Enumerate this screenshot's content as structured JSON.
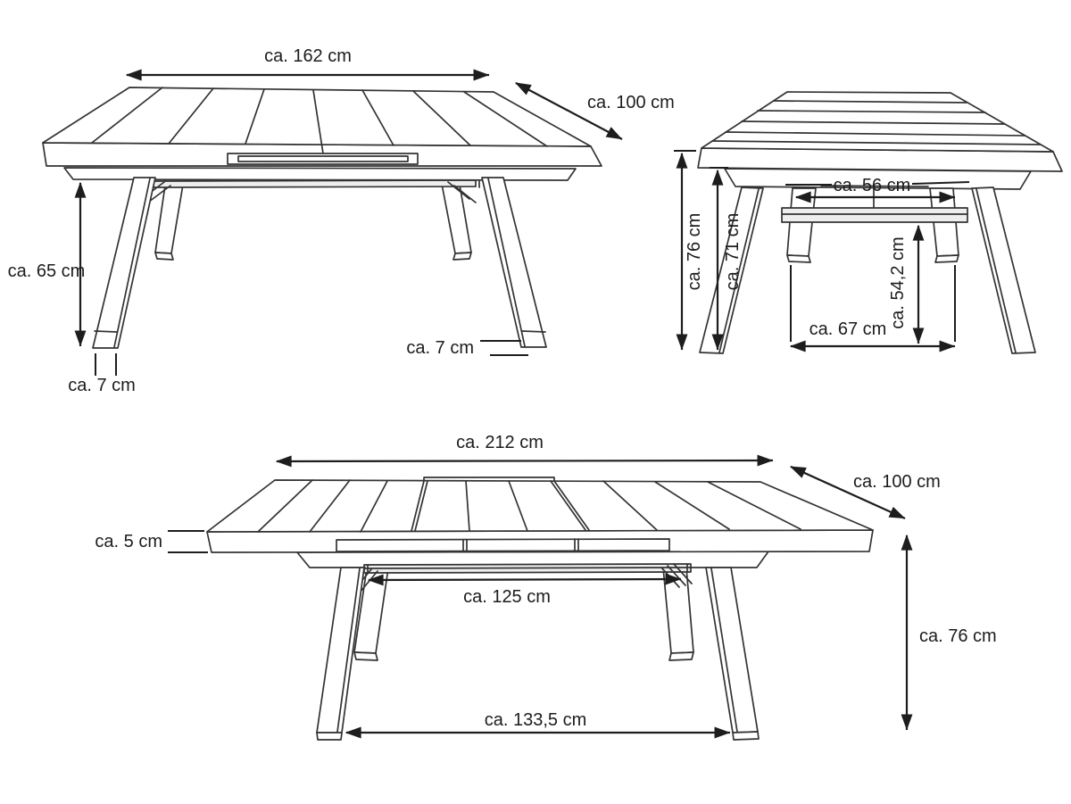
{
  "figure": {
    "type": "furniture-dimension-diagram",
    "subject": "extendable table, three line-drawing views with dimension annotations",
    "colors": {
      "background": "#ffffff",
      "line": "#333333",
      "dimension": "#1d1d1d",
      "text": "#1c1c1c"
    },
    "views": {
      "closed_front": {
        "name": "front perspective view, table closed",
        "dims": {
          "width": "ca. 162 cm",
          "depth": "ca. 100 cm",
          "leg_height": "ca. 65 cm",
          "leg_width_bottom": "ca. 7 cm",
          "leg_thickness_side": "ca. 7 cm"
        }
      },
      "side": {
        "name": "side view",
        "dims": {
          "total_height": "ca. 76 cm",
          "height_under_top": "ca. 71 cm",
          "inner_span_top": "ca. 56 cm",
          "stretcher_clearance": "ca. 54,2 cm",
          "inner_span_bottom": "ca. 67 cm"
        }
      },
      "extended_front": {
        "name": "front perspective view, table extended",
        "dims": {
          "width": "ca. 212 cm",
          "depth": "ca. 100 cm",
          "top_thickness": "ca. 5 cm",
          "stretcher_length": "ca. 125 cm",
          "height": "ca. 76 cm",
          "leg_span_bottom": "ca. 133,5 cm"
        }
      }
    }
  }
}
